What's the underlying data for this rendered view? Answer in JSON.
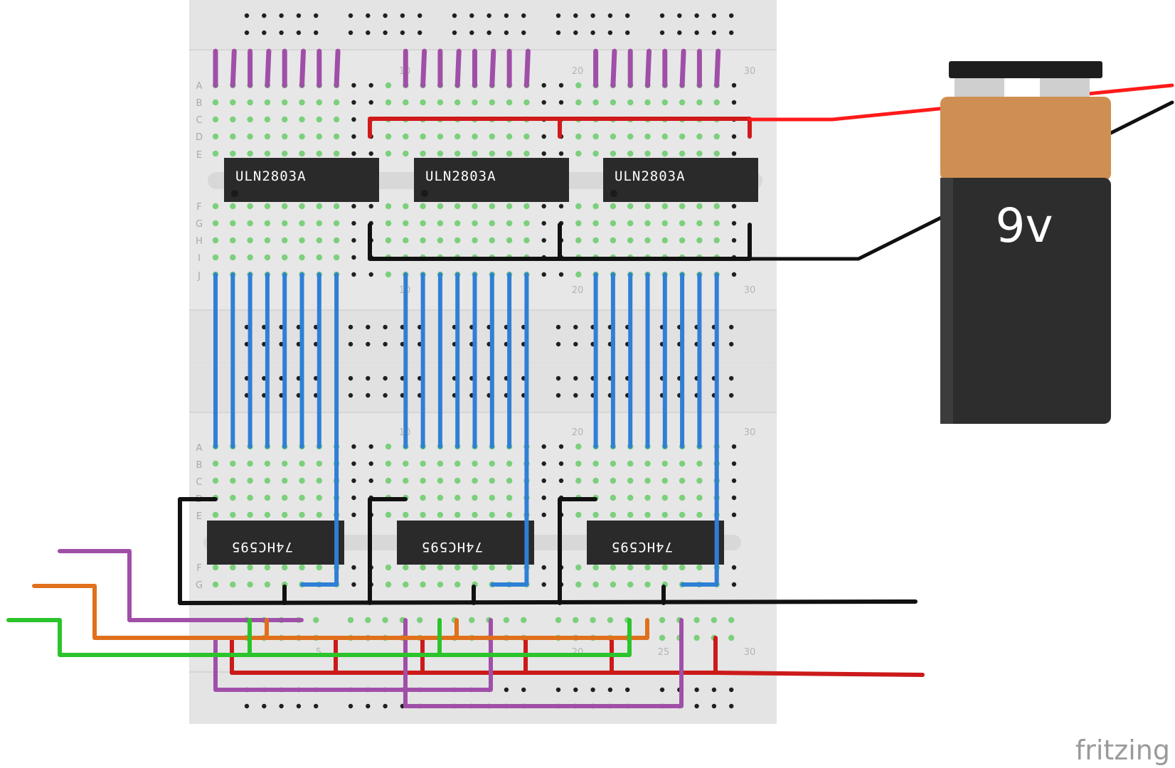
{
  "breadboard": {
    "row_letters_top_group": [
      "A",
      "B",
      "C",
      "D",
      "E",
      "F",
      "G",
      "H",
      "I",
      "J"
    ],
    "row_letters_bottom_group": [
      "A",
      "B",
      "C",
      "D",
      "E",
      "F",
      "G"
    ],
    "column_numbers": [
      "10",
      "20",
      "30"
    ],
    "bottom_column_numbers": [
      "5",
      "20",
      "25",
      "30"
    ]
  },
  "chips": {
    "drivers": [
      {
        "label": "ULN2803A"
      },
      {
        "label": "ULN2803A"
      },
      {
        "label": "ULN2803A"
      }
    ],
    "shift_registers": [
      {
        "label": "74HC595"
      },
      {
        "label": "74HC595"
      },
      {
        "label": "74HC595"
      }
    ]
  },
  "battery": {
    "label": "9v"
  },
  "watermark": "fritzing",
  "colors": {
    "board": "#e2e2e2",
    "chip": "#2a2a2a",
    "wire_red": "#d11a1a",
    "wire_black": "#111111",
    "wire_blue": "#2f7fd6",
    "wire_purple": "#a04fa8",
    "wire_green": "#2bc42b",
    "wire_orange": "#e0701c",
    "battery_cap": "#cf8f52",
    "battery_body": "#2d2d2d",
    "hole_active": "#7bd07b"
  }
}
